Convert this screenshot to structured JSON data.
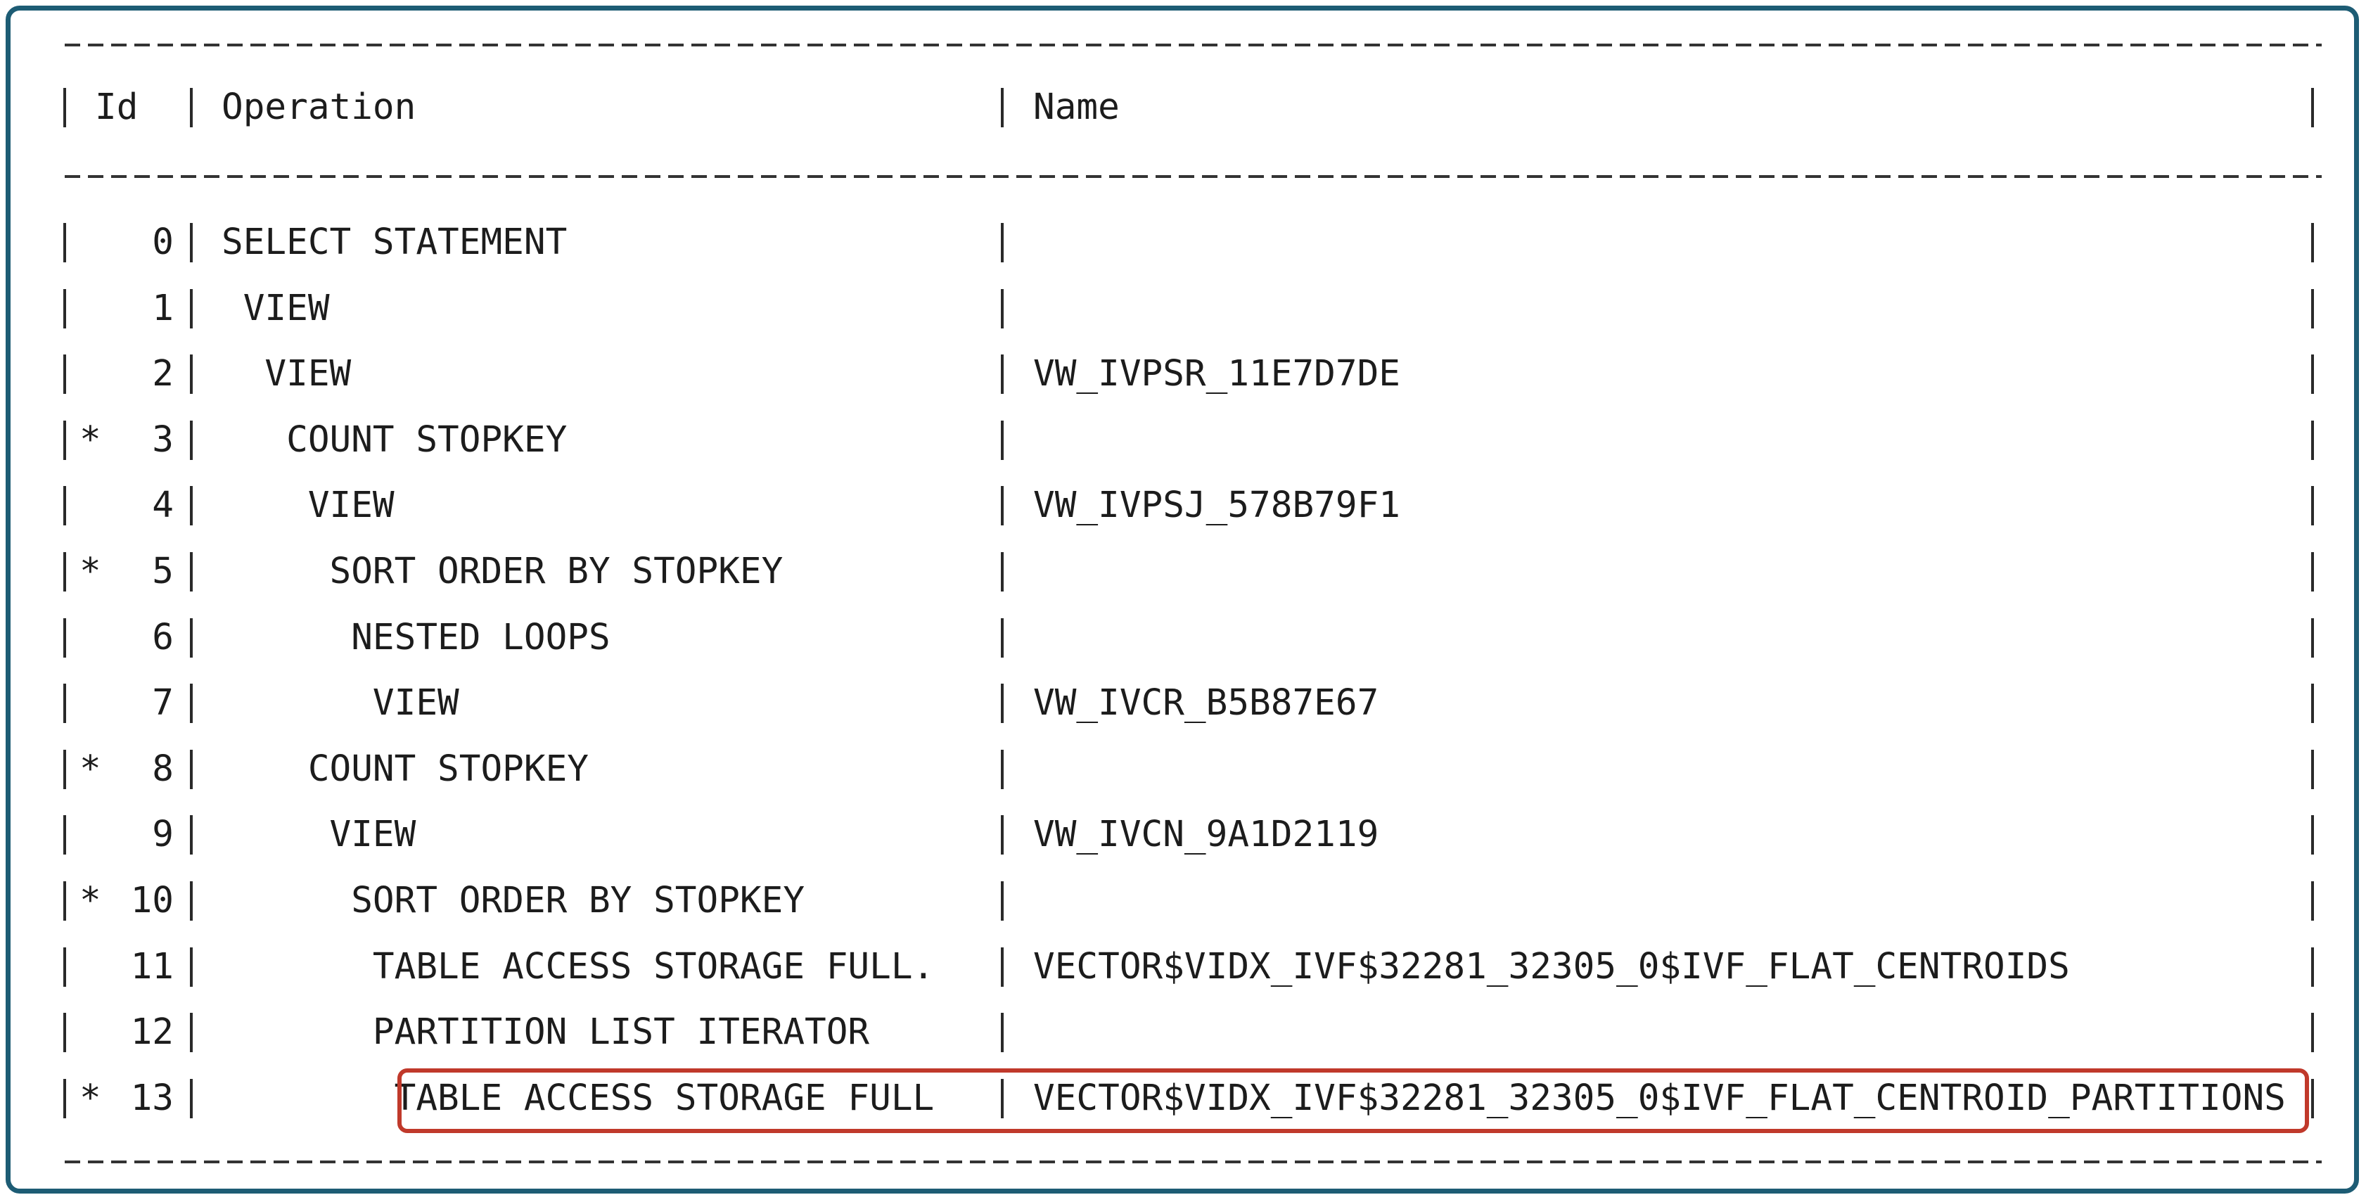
{
  "plan_table": {
    "columns": {
      "id": "Id",
      "operation": "Operation",
      "name": "Name"
    },
    "rows": [
      {
        "marker": "",
        "id": "0",
        "operation": "SELECT STATEMENT",
        "name": ""
      },
      {
        "marker": "",
        "id": "1",
        "operation": " VIEW",
        "name": ""
      },
      {
        "marker": "",
        "id": "2",
        "operation": "  VIEW",
        "name": "VW_IVPSR_11E7D7DE"
      },
      {
        "marker": "*",
        "id": "3",
        "operation": "   COUNT STOPKEY",
        "name": ""
      },
      {
        "marker": "",
        "id": "4",
        "operation": "    VIEW",
        "name": "VW_IVPSJ_578B79F1"
      },
      {
        "marker": "*",
        "id": "5",
        "operation": "     SORT ORDER BY STOPKEY",
        "name": ""
      },
      {
        "marker": "",
        "id": "6",
        "operation": "      NESTED LOOPS",
        "name": ""
      },
      {
        "marker": "",
        "id": "7",
        "operation": "       VIEW",
        "name": "VW_IVCR_B5B87E67"
      },
      {
        "marker": "*",
        "id": "8",
        "operation": "    COUNT STOPKEY",
        "name": ""
      },
      {
        "marker": "",
        "id": "9",
        "operation": "     VIEW",
        "name": "VW_IVCN_9A1D2119"
      },
      {
        "marker": "*",
        "id": "10",
        "operation": "      SORT ORDER BY STOPKEY",
        "name": ""
      },
      {
        "marker": "",
        "id": "11",
        "operation": "       TABLE ACCESS STORAGE FULL.",
        "name": "VECTOR$VIDX_IVF$32281_32305_0$IVF_FLAT_CENTROIDS"
      },
      {
        "marker": "",
        "id": "12",
        "operation": "       PARTITION LIST ITERATOR",
        "name": ""
      },
      {
        "marker": "*",
        "id": "13",
        "operation": "        TABLE ACCESS STORAGE FULL",
        "name": "VECTOR$VIDX_IVF$32281_32305_0$IVF_FLAT_CENTROID_PARTITIONS"
      }
    ],
    "highlighted_row": "13",
    "colors": {
      "frame": "#1d5c74",
      "highlight": "#c0392b",
      "text": "#1c1c1c"
    }
  }
}
